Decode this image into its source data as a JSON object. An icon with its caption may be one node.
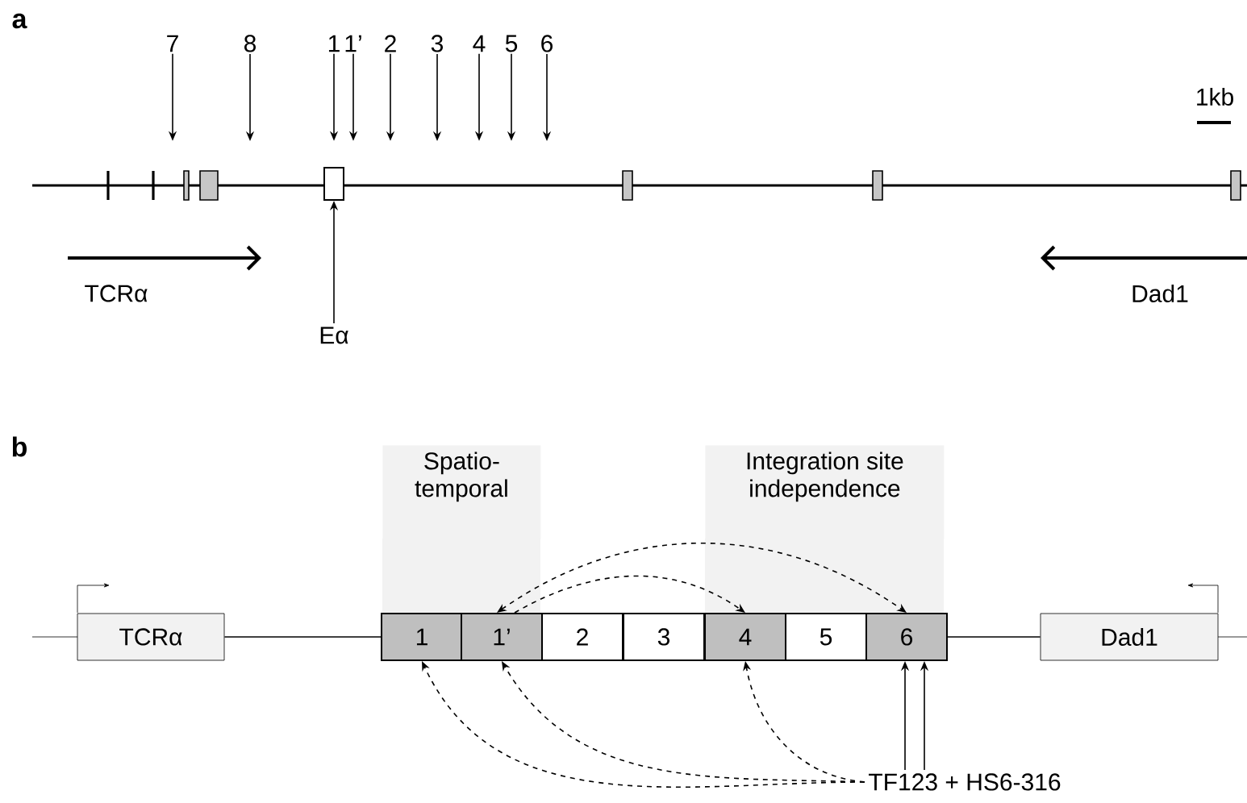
{
  "diagram": {
    "nodes": [
      {
        "text": [
          "7"
        ]
      },
      {
        "text": [
          "8"
        ]
      },
      {
        "text": [
          "1"
        ]
      },
      {
        "text": [
          "1’"
        ]
      },
      {
        "text": [
          "2"
        ]
      },
      {
        "text": [
          "3"
        ]
      },
      {
        "text": [
          "4"
        ]
      },
      {
        "text": [
          "5"
        ]
      },
      {
        "text": [
          "6"
        ]
      },
      {
        "text": [],
        "shape": "box"
      },
      {
        "text": [
          "Eα"
        ]
      },
      {
        "text": [
          "Spatio-temporal"
        ]
      },
      {
        "text": [
          "Integration site independence"
        ]
      },
      {
        "text": [
          "TCRα"
        ]
      },
      {
        "text": [
          "1"
        ]
      },
      {
        "text": [
          "1’"
        ]
      },
      {
        "text": [
          "2"
        ]
      },
      {
        "text": [
          "3"
        ]
      },
      {
        "text": [
          "4"
        ]
      },
      {
        "text": [
          "5"
        ]
      },
      {
        "text": [
          "6"
        ]
      },
      {
        "text": [
          "Dad1"
        ]
      },
      {
        "text": [
          "TF123 + HS6-316"
        ]
      }
    ],
    "edges": [
      {
        "from": 0,
        "to": null,
        "arrow": "to"
      },
      {
        "from": 1,
        "to": null,
        "arrow": "to"
      },
      {
        "from": 2,
        "to": null,
        "arrow": "to"
      },
      {
        "from": 3,
        "to": null,
        "arrow": "to"
      },
      {
        "from": 4,
        "to": null,
        "arrow": "to"
      },
      {
        "from": 5,
        "to": null,
        "arrow": "to"
      },
      {
        "from": 6,
        "to": null,
        "arrow": "to"
      },
      {
        "from": 7,
        "to": null,
        "arrow": "to"
      },
      {
        "from": 8,
        "to": null,
        "arrow": "to"
      },
      {
        "from": 10,
        "to": 9,
        "arrow": "to"
      },
      {
        "from": 13,
        "to": 14,
        "arrow": "none"
      },
      {
        "from": 20,
        "to": 21,
        "arrow": "none"
      },
      {
        "from": 15,
        "to": 20,
        "arrow": "both",
        "style": "dashed"
      },
      {
        "from": 15,
        "to": 18,
        "arrow": "to",
        "style": "dashed"
      },
      {
        "from": 22,
        "to": 14,
        "arrow": "to",
        "style": "dashed"
      },
      {
        "from": 22,
        "to": 15,
        "arrow": "to",
        "style": "dashed"
      },
      {
        "from": 22,
        "to": 18,
        "arrow": "to",
        "style": "dashed"
      },
      {
        "from": 22,
        "to": 20,
        "arrow": "to"
      },
      {
        "from": 22,
        "to": 20,
        "arrow": "to"
      }
    ],
    "labels": [
      "a",
      "1kb",
      "TCRα",
      "Dad1",
      "b"
    ]
  }
}
